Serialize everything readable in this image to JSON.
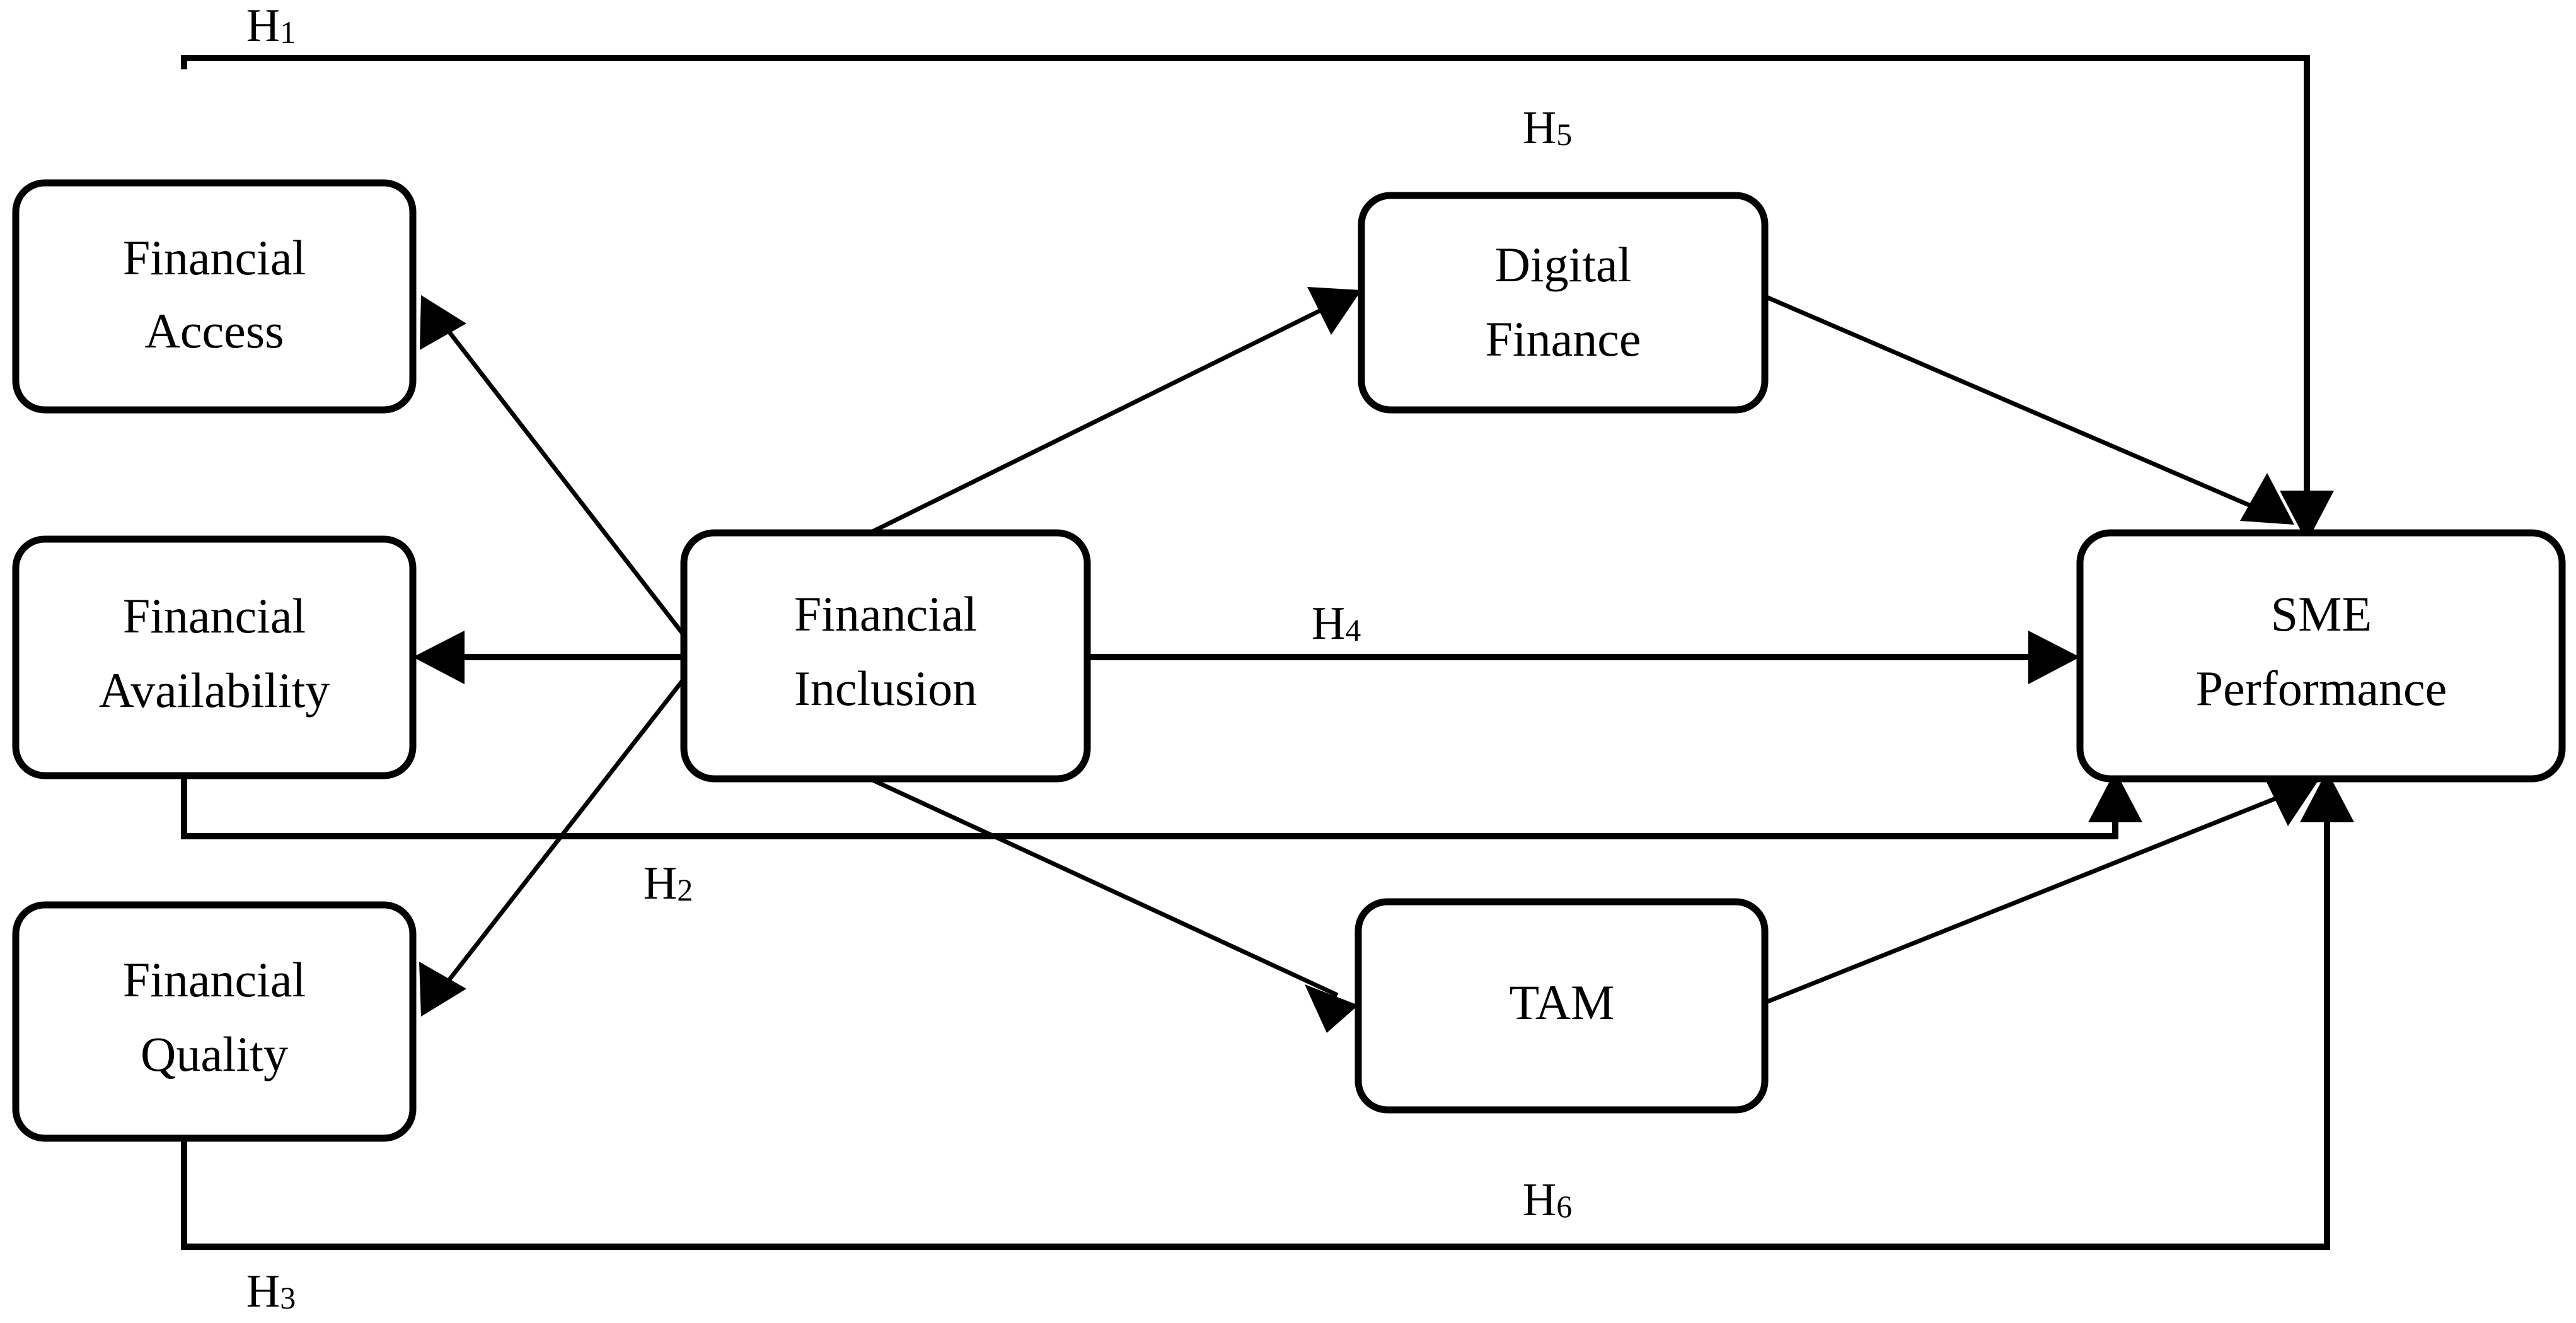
{
  "diagram": {
    "type": "conceptual-framework",
    "background_color": "#ffffff",
    "line_color": "#000000",
    "box_fill": "#ffffff",
    "nodes": [
      {
        "id": "financial-access",
        "line1": "Financial",
        "line2": "Access"
      },
      {
        "id": "financial-availability",
        "line1": "Financial",
        "line2": "Availability"
      },
      {
        "id": "financial-quality",
        "line1": "Financial",
        "line2": "Quality"
      },
      {
        "id": "financial-inclusion",
        "line1": "Financial",
        "line2": "Inclusion"
      },
      {
        "id": "digital-finance",
        "line1": "Digital",
        "line2": "Finance"
      },
      {
        "id": "tam",
        "line1": "TAM",
        "line2": ""
      },
      {
        "id": "sme-performance",
        "line1": "SME",
        "line2": "Performance"
      }
    ],
    "hypotheses": [
      {
        "id": "H1",
        "base": "H",
        "sub": "1",
        "from": "financial-access",
        "to": "sme-performance"
      },
      {
        "id": "H2",
        "base": "H",
        "sub": "2",
        "from": "financial-availability",
        "to": "sme-performance"
      },
      {
        "id": "H3",
        "base": "H",
        "sub": "3",
        "from": "financial-quality",
        "to": "sme-performance"
      },
      {
        "id": "H4",
        "base": "H",
        "sub": "4",
        "from": "financial-inclusion",
        "to": "sme-performance"
      },
      {
        "id": "H5",
        "base": "H",
        "sub": "5",
        "from": "financial-inclusion",
        "to": "digital-finance"
      },
      {
        "id": "H6",
        "base": "H",
        "sub": "6",
        "from": "financial-inclusion",
        "to": "tam"
      }
    ],
    "dimension_links": [
      {
        "from": "financial-inclusion",
        "to": "financial-access"
      },
      {
        "from": "financial-inclusion",
        "to": "financial-availability"
      },
      {
        "from": "financial-inclusion",
        "to": "financial-quality"
      }
    ],
    "mediator_links": [
      {
        "from": "digital-finance",
        "to": "sme-performance"
      },
      {
        "from": "tam",
        "to": "sme-performance"
      }
    ]
  }
}
